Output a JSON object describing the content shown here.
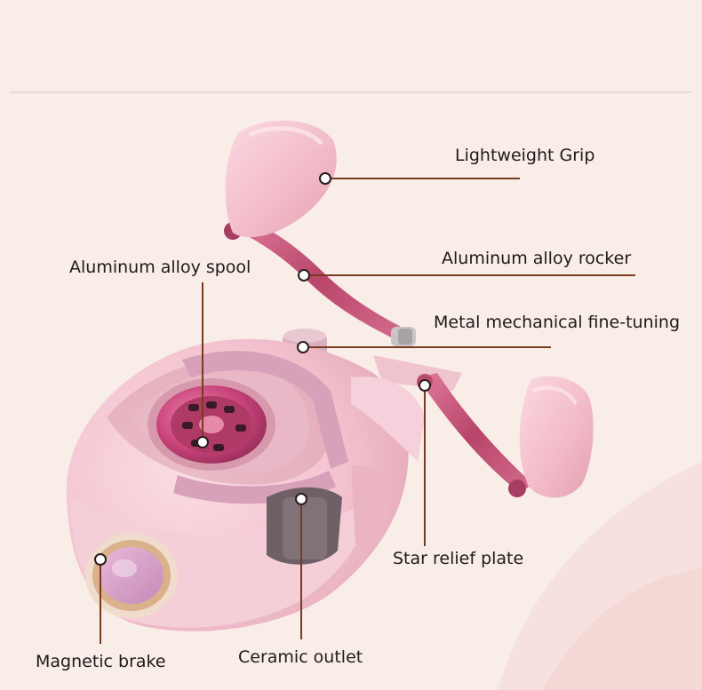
{
  "labels": {
    "lightweight_grip": "Lightweight Grip",
    "aluminum_alloy_rocker": "Aluminum alloy rocker",
    "aluminum_alloy_spool": "Aluminum alloy spool",
    "metal_fine_tuning": "Metal mechanical fine-tuning",
    "star_relief_plate": "Star relief plate",
    "magnetic_brake": "Magnetic brake",
    "ceramic_outlet": "Ceramic outlet"
  },
  "colors": {
    "background": "#f9ede8",
    "reel_body": "#f5c9d4",
    "reel_shadow": "#e7a9b9",
    "handle_metal": "#c45a7c",
    "spool_metal": "#c84a72",
    "leader_line": "#7a3a22",
    "label_text": "#1f1a1a"
  }
}
